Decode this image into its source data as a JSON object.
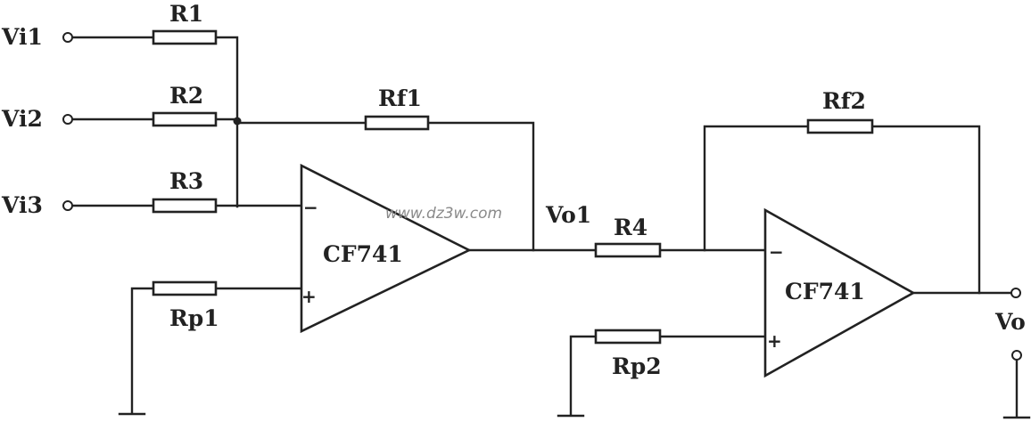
{
  "inputs": {
    "vi1": "Vi1",
    "vi2": "Vi2",
    "vi3": "Vi3"
  },
  "resistors": {
    "r1": "R1",
    "r2": "R2",
    "r3": "R3",
    "rf1": "Rf1",
    "rp1": "Rp1",
    "r4": "R4",
    "rf2": "Rf2",
    "rp2": "Rp2"
  },
  "amplifiers": {
    "amp1": "CF741",
    "amp2": "CF741"
  },
  "signs": {
    "minus": "−",
    "plus": "+"
  },
  "nodes": {
    "vo1": "Vo1",
    "vo": "Vo"
  },
  "watermark": "www.dz3w.com"
}
